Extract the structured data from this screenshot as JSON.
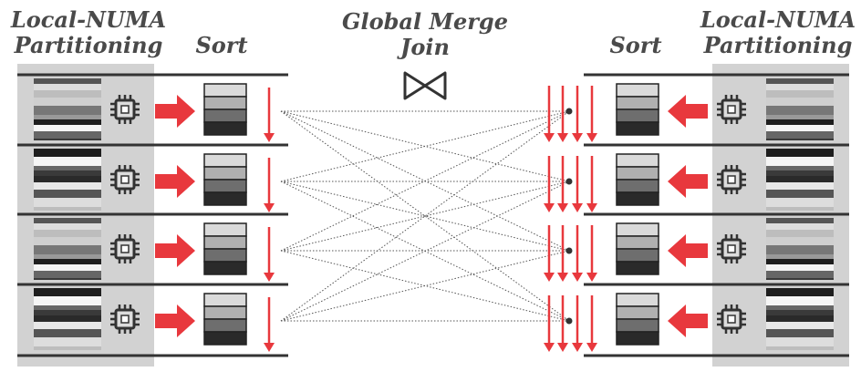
{
  "headings": {
    "left_partition": [
      "Local-NUMA",
      "Partitioning"
    ],
    "left_sort": "Sort",
    "global": [
      "Global Merge",
      "Join"
    ],
    "right_sort": "Sort",
    "right_partition": [
      "Local-NUMA",
      "Partitioning"
    ]
  },
  "join_symbol": "⋈",
  "colors": {
    "arrow": "#e8383d",
    "partition_bg": "#d2d2d2",
    "row_line": "#333333",
    "heading": "#4a4a4a",
    "dotted_line": "#555555"
  },
  "icons": [
    "cpu-icon",
    "right-arrow-icon",
    "left-arrow-icon",
    "sorted-run-icon",
    "down-arrow-icon",
    "join-icon"
  ],
  "rows": 4
}
